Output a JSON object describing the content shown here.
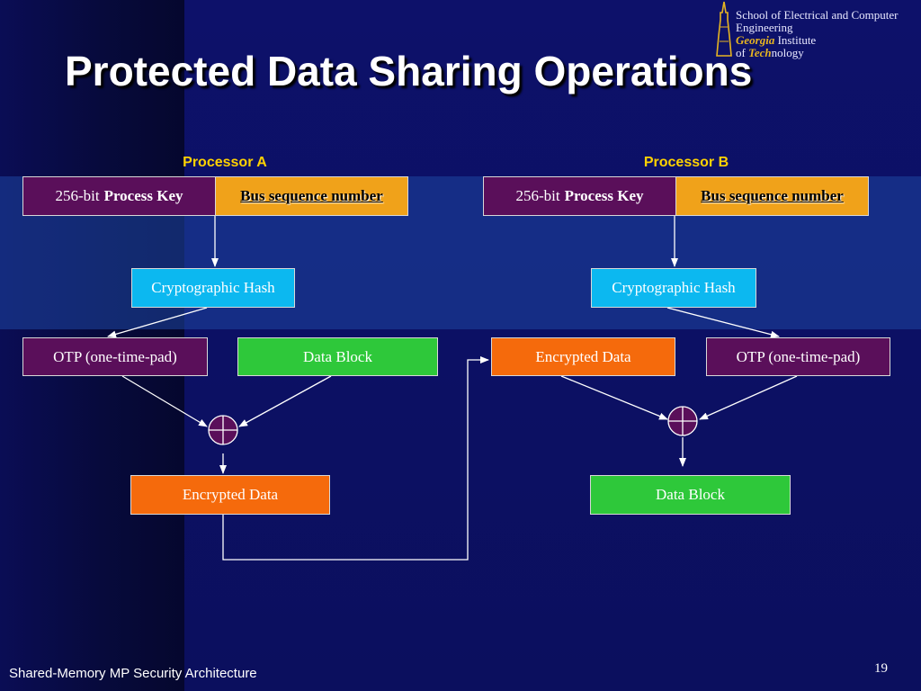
{
  "slide": {
    "title": "Protected Data Sharing Operations",
    "footer": "Shared-Memory MP Security Architecture",
    "page_number": "19"
  },
  "logo": {
    "line1": "School of Electrical and Computer",
    "line2": "Engineering",
    "georgia": "Georgia",
    "institute": " Institute",
    "of": "of ",
    "tech": "Tech",
    "nology": "nology"
  },
  "processor_a": {
    "label": "Processor A",
    "key_prefix": "256-bit",
    "key_bold": "Process Key",
    "bus_seq": "Bus sequence number",
    "hash": "Cryptographic Hash",
    "otp": "OTP (one-time-pad)",
    "data_block": "Data Block",
    "encrypted": "Encrypted Data"
  },
  "processor_b": {
    "label": "Processor B",
    "key_prefix": "256-bit",
    "key_bold": "Process Key",
    "bus_seq": "Bus sequence number",
    "hash": "Cryptographic Hash",
    "encrypted": "Encrypted Data",
    "otp": "OTP (one-time-pad)",
    "data_block": "Data Block"
  },
  "colors": {
    "process_key": "#5a0f5a",
    "bus_sequence": "#f0a21a",
    "hash": "#0cb8f0",
    "data_block": "#2ec83a",
    "encrypted_data": "#f56a0c",
    "processor_label": "#ffd200"
  }
}
